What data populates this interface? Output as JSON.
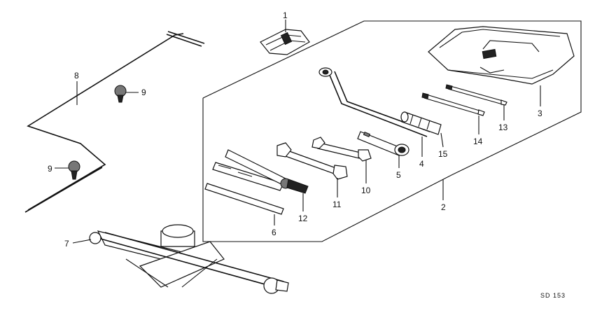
{
  "callouts": {
    "c1": "1",
    "c2": "2",
    "c3": "3",
    "c4": "4",
    "c5": "5",
    "c6": "6",
    "c7": "7",
    "c8": "8",
    "c9a": "9",
    "c9b": "9",
    "c10": "10",
    "c11": "11",
    "c12": "12",
    "c13": "13",
    "c14": "14",
    "c15": "15"
  },
  "drawing_code": "SD 153"
}
